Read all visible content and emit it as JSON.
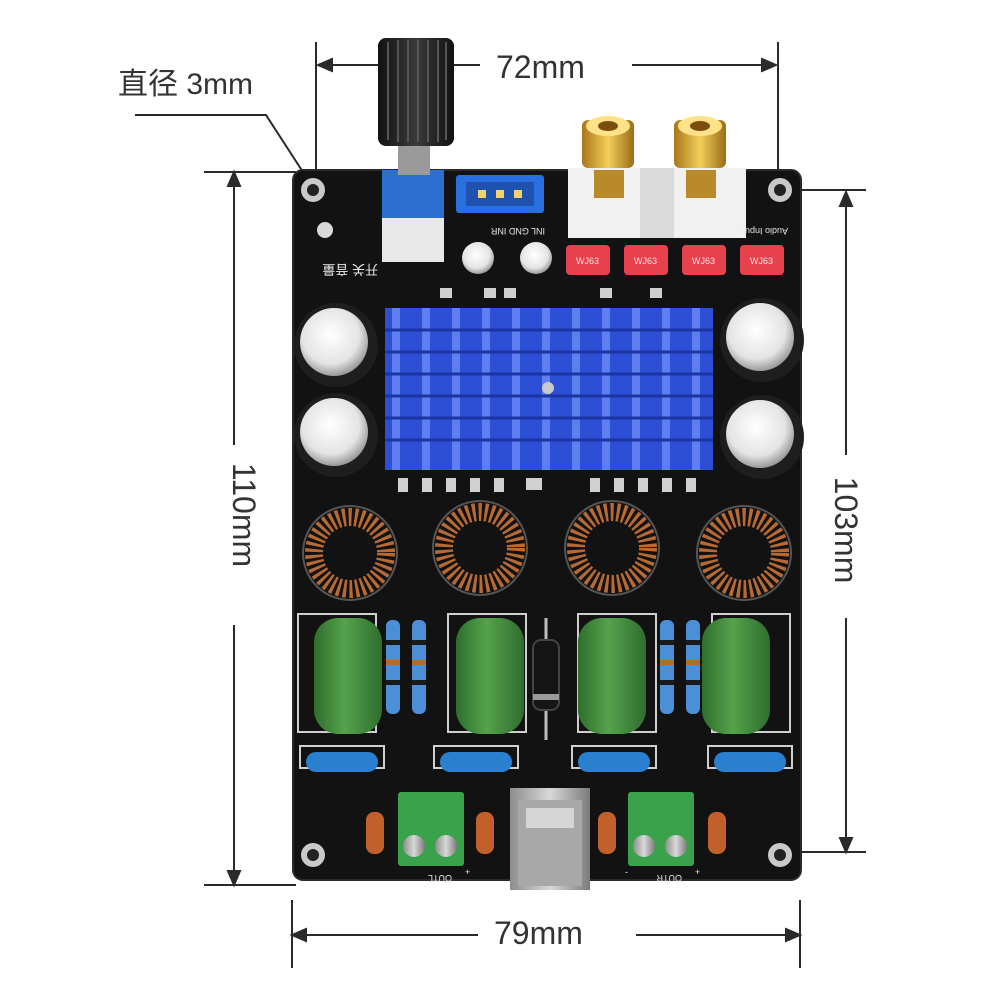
{
  "dimensions": {
    "top_width": "72mm",
    "bottom_width": "79mm",
    "left_height": "110mm",
    "right_height": "103mm",
    "hole_diameter": "直径 3mm"
  },
  "silkscreen": {
    "fuse_labels": [
      "WJ63",
      "WJ63",
      "WJ63",
      "WJ63"
    ],
    "audio_input": "Audio Input",
    "input_header": "INL GND INR",
    "switch_label": "开关 音量",
    "out_left": "OUTL",
    "out_right": "OUTR",
    "plus_sign": "+",
    "minus_sign": "-"
  },
  "colors": {
    "pcb": "#121212",
    "heatsink": "#2d4fd6",
    "film_capacitor": "#3f8a3a",
    "terminal_block": "#3aa24a",
    "blue_capacitor": "#2a7fd0",
    "fuse": "#e8414e",
    "copper_coil": "#b86a34",
    "rca_gold": "#d7a62e"
  }
}
